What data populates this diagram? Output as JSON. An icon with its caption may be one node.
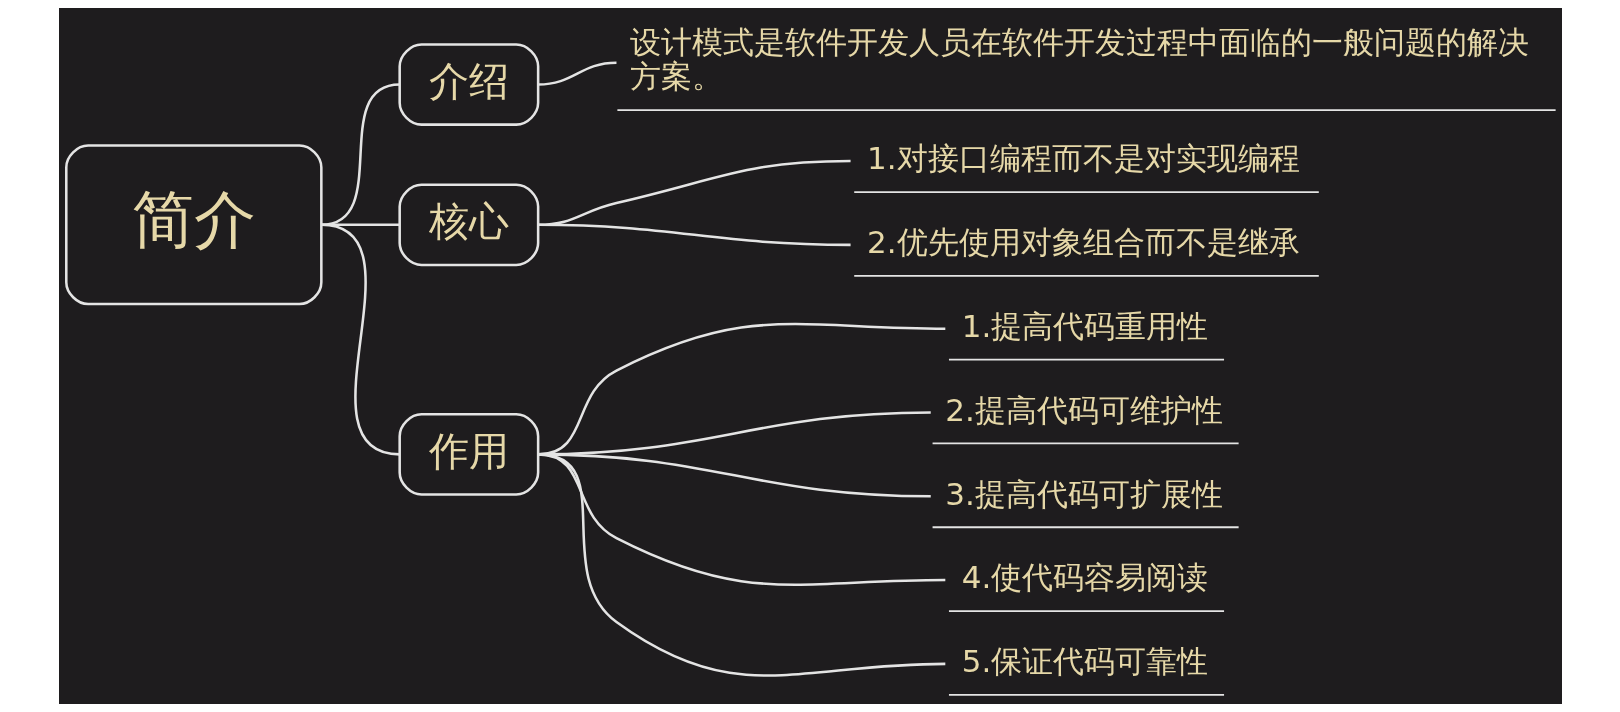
{
  "diagram": {
    "nodes": [
      {
        "text": [
          "简介"
        ]
      },
      {
        "text": [
          "介绍"
        ]
      },
      {
        "text": [
          "设计模式是软件开发人员在软件开发过程中面临的一般问题的解决方案。"
        ]
      },
      {
        "text": [
          "核心"
        ]
      },
      {
        "text": [
          "1.对接口编程而不是对实现编程"
        ]
      },
      {
        "text": [
          "2.优先使用对象组合而不是继承"
        ]
      },
      {
        "text": [
          "作用"
        ]
      },
      {
        "text": [
          "1.提高代码重用性"
        ]
      },
      {
        "text": [
          "2.提高代码可维护性"
        ]
      },
      {
        "text": [
          "3.提高代码可扩展性"
        ]
      },
      {
        "text": [
          "4.使代码容易阅读"
        ]
      },
      {
        "text": [
          "5.保证代码可靠性"
        ]
      }
    ],
    "edges": [
      {
        "from": 0,
        "to": 1,
        "arrow": "none"
      },
      {
        "from": 0,
        "to": 3,
        "arrow": "none"
      },
      {
        "from": 0,
        "to": 6,
        "arrow": "none"
      },
      {
        "from": 1,
        "to": 2,
        "arrow": "none"
      },
      {
        "from": 3,
        "to": 4,
        "arrow": "none"
      },
      {
        "from": 3,
        "to": 5,
        "arrow": "none"
      },
      {
        "from": 6,
        "to": 7,
        "arrow": "none"
      },
      {
        "from": 6,
        "to": 8,
        "arrow": "none"
      },
      {
        "from": 6,
        "to": 9,
        "arrow": "none"
      },
      {
        "from": 6,
        "to": 10,
        "arrow": "none"
      },
      {
        "from": 6,
        "to": 11,
        "arrow": "none"
      }
    ]
  }
}
